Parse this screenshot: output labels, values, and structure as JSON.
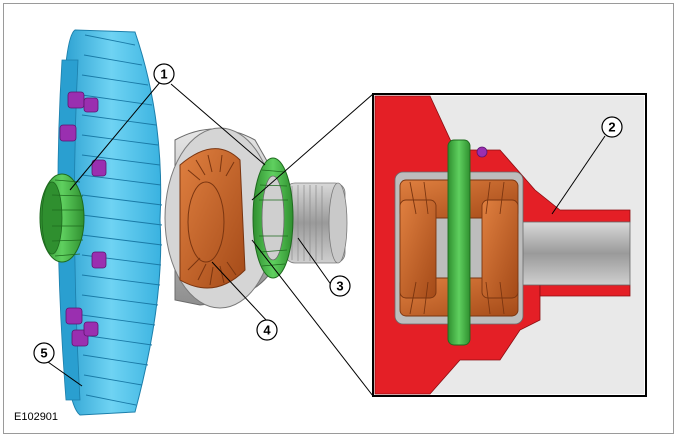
{
  "figure": {
    "id_label": "E102901"
  },
  "callouts": [
    {
      "number": "1"
    },
    {
      "number": "2"
    },
    {
      "number": "3"
    },
    {
      "number": "4"
    },
    {
      "number": "5"
    }
  ],
  "colors": {
    "ring_gear": "#4fc3ea",
    "ring_gear_dark": "#2a9fd0",
    "bearing_green": "#3fae3f",
    "bolts_purple": "#9a2fb0",
    "diff_gears_orange": "#c8642a",
    "housing_red": "#e41f26",
    "case_grey": "#b5b5b5"
  }
}
